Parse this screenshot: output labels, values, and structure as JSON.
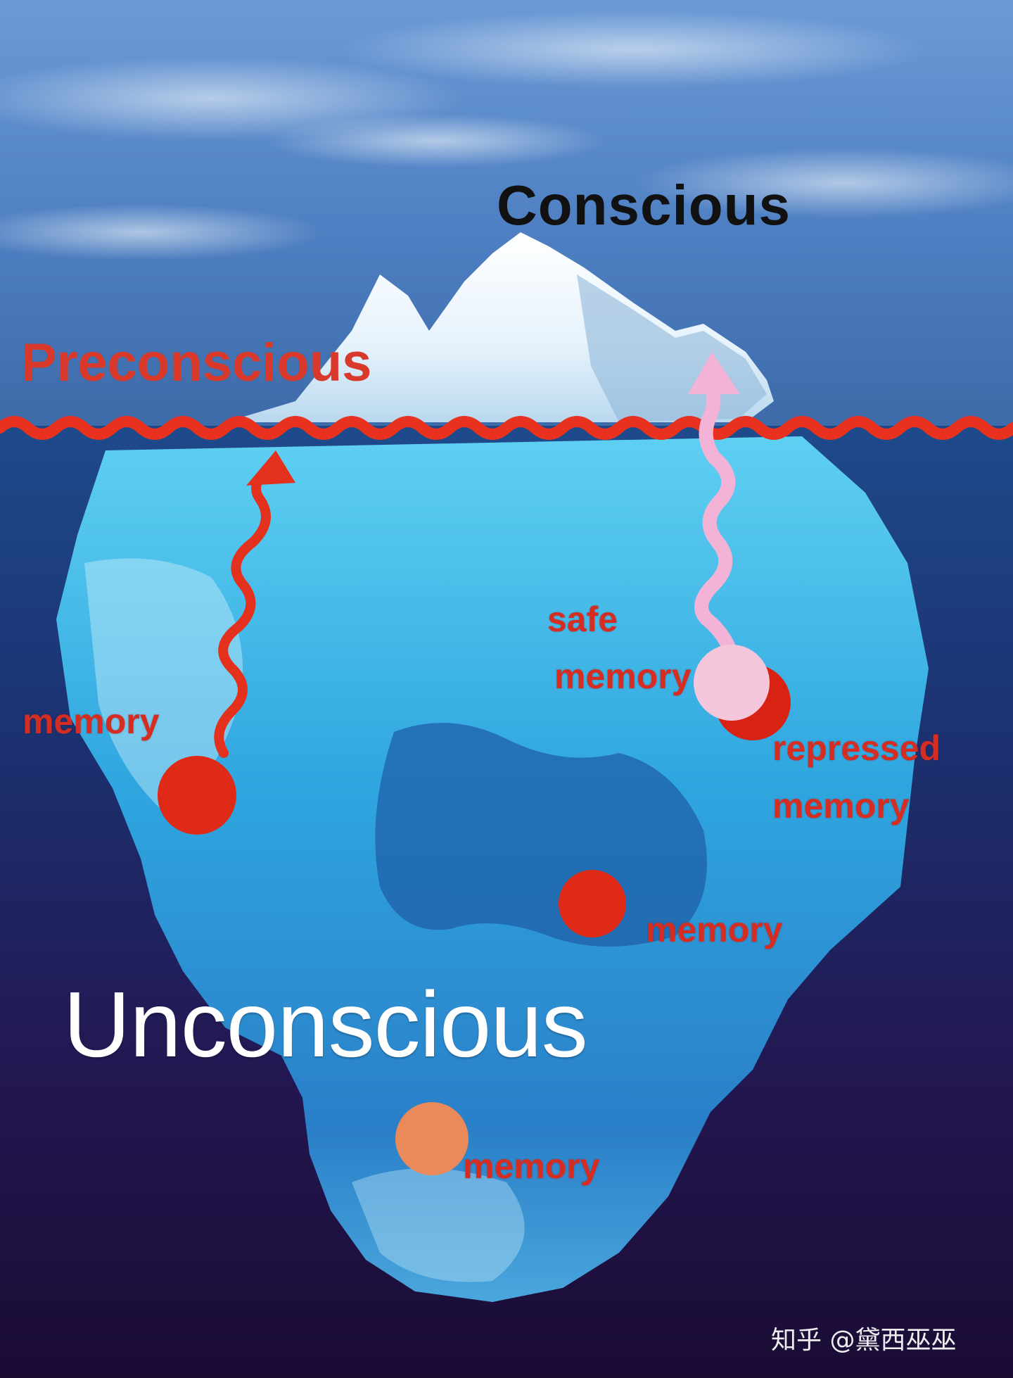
{
  "labels": {
    "conscious": "Conscious",
    "preconscious": "Preconscious",
    "unconscious": "Unconscious",
    "memory_left": "memory",
    "safe": "safe",
    "safe_memory": "memory",
    "repressed_line1": "repressed",
    "repressed_line2": "memory",
    "memory_middle": "memory",
    "memory_bottom": "memory"
  },
  "watermark": "知乎 @黛西巫巫",
  "colors": {
    "sky": "#5b8fd0",
    "waterline": "#e8321f",
    "memory_dot": "#e02a18",
    "safe_memory_dot": "#f3c6dc",
    "bottom_memory_dot": "#ea8a5a",
    "safe_arrow": "#f2b3d6",
    "deep_water": "#241247"
  }
}
